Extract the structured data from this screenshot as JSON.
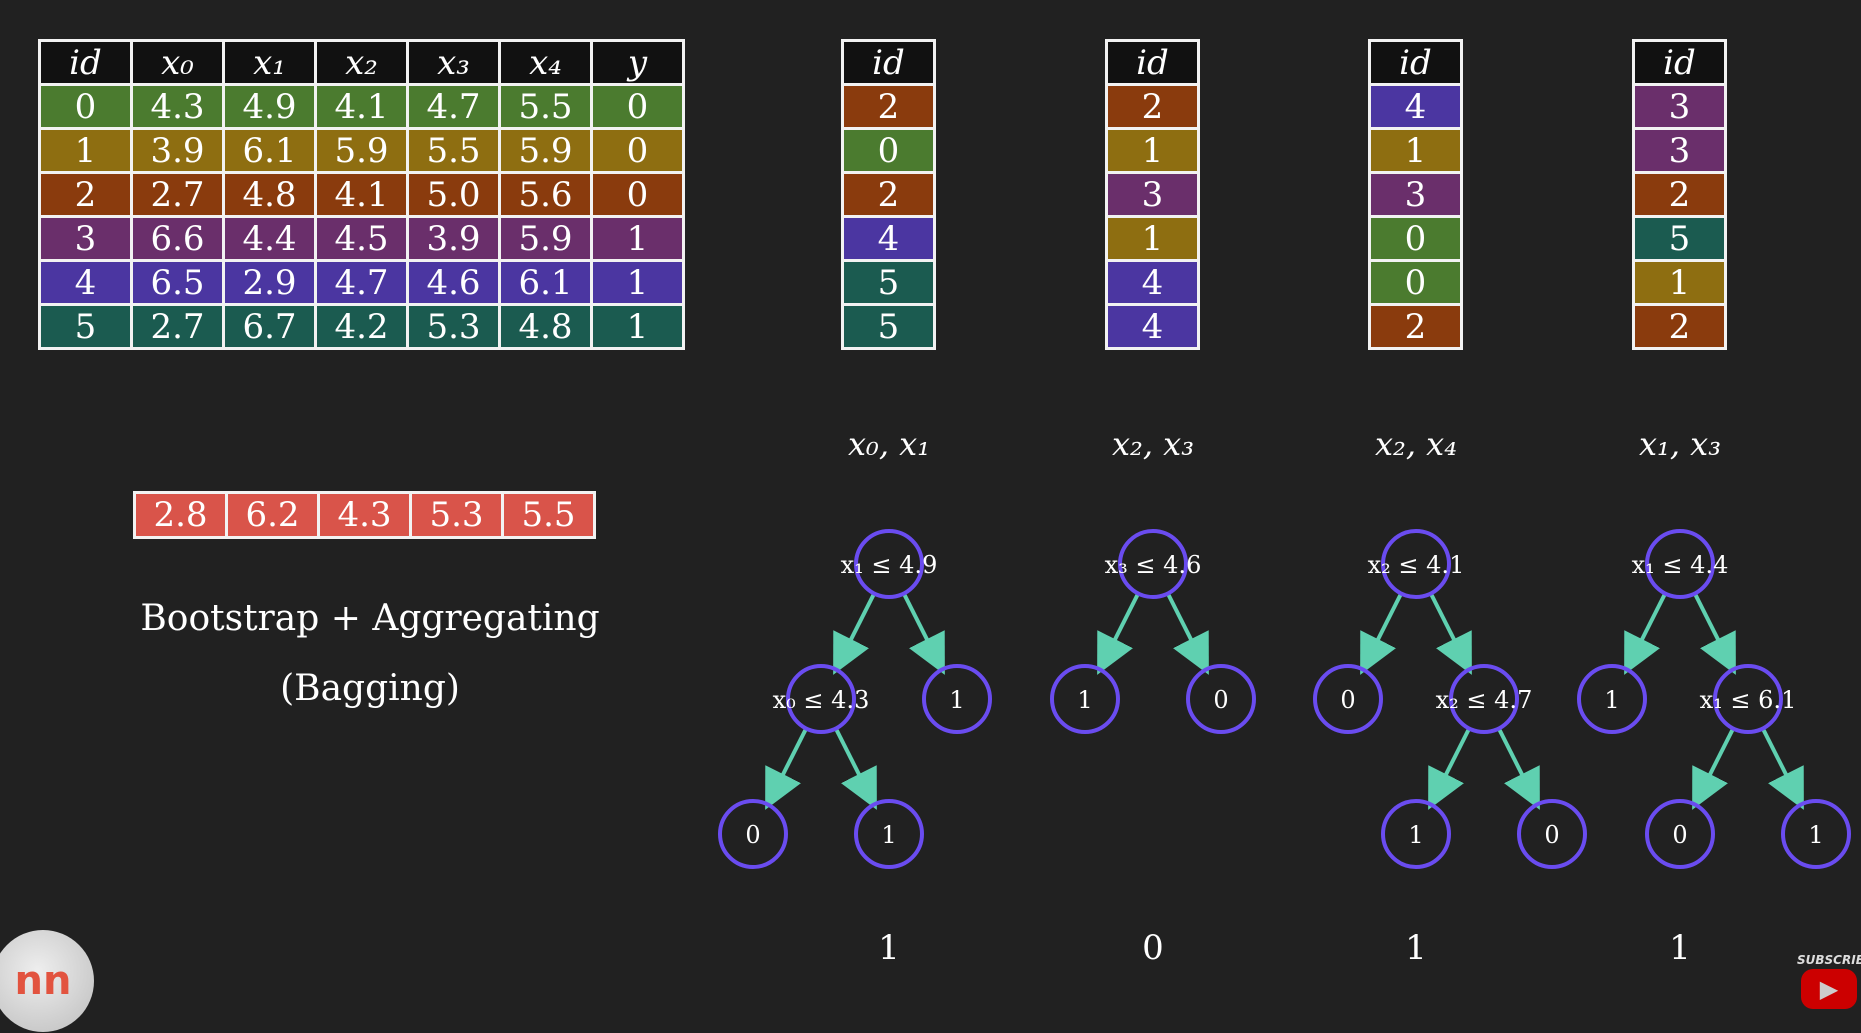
{
  "colors": {
    "0": "#4b7b2f",
    "1": "#8e6e11",
    "2": "#8a3b0d",
    "3": "#6a2f6b",
    "4": "#4b36a1",
    "5": "#1b5b50",
    "node": "#6a4cf0",
    "edge": "#5fd0b0"
  },
  "dataset": {
    "headers": [
      "id",
      "x₀",
      "x₁",
      "x₂",
      "x₃",
      "x₄",
      "y"
    ],
    "rows": [
      [
        "0",
        "4.3",
        "4.9",
        "4.1",
        "4.7",
        "5.5",
        "0"
      ],
      [
        "1",
        "3.9",
        "6.1",
        "5.9",
        "5.5",
        "5.9",
        "0"
      ],
      [
        "2",
        "2.7",
        "4.8",
        "4.1",
        "5.0",
        "5.6",
        "0"
      ],
      [
        "3",
        "6.6",
        "4.4",
        "4.5",
        "3.9",
        "5.9",
        "1"
      ],
      [
        "4",
        "6.5",
        "2.9",
        "4.7",
        "4.6",
        "6.1",
        "1"
      ],
      [
        "5",
        "2.7",
        "6.7",
        "4.2",
        "5.3",
        "4.8",
        "1"
      ]
    ]
  },
  "bootstraps": [
    {
      "header": "id",
      "ids": [
        "2",
        "0",
        "2",
        "4",
        "5",
        "5"
      ],
      "features": "x₀, x₁",
      "prediction": "1",
      "tree": {
        "label": "x₁ ≤ 4.9",
        "children": [
          {
            "label": "x₀ ≤ 4.3",
            "children": [
              {
                "label": "0"
              },
              {
                "label": "1"
              }
            ]
          },
          {
            "label": "1"
          }
        ]
      }
    },
    {
      "header": "id",
      "ids": [
        "2",
        "1",
        "3",
        "1",
        "4",
        "4"
      ],
      "features": "x₂, x₃",
      "prediction": "0",
      "tree": {
        "label": "x₃ ≤ 4.6",
        "children": [
          {
            "label": "1"
          },
          {
            "label": "0"
          }
        ]
      }
    },
    {
      "header": "id",
      "ids": [
        "4",
        "1",
        "3",
        "0",
        "0",
        "2"
      ],
      "features": "x₂, x₄",
      "prediction": "1",
      "tree": {
        "label": "x₂ ≤ 4.1",
        "children": [
          {
            "label": "0"
          },
          {
            "label": "x₂ ≤ 4.7",
            "children": [
              {
                "label": "1"
              },
              {
                "label": "0"
              }
            ]
          }
        ]
      }
    },
    {
      "header": "id",
      "ids": [
        "3",
        "3",
        "2",
        "5",
        "1",
        "2"
      ],
      "features": "x₁, x₃",
      "prediction": "1",
      "tree": {
        "label": "x₁ ≤ 4.4",
        "children": [
          {
            "label": "1"
          },
          {
            "label": "x₁ ≤ 6.1",
            "children": [
              {
                "label": "0"
              },
              {
                "label": "1"
              }
            ]
          }
        ]
      }
    }
  ],
  "sample": [
    "2.8",
    "6.2",
    "4.3",
    "5.3",
    "5.5"
  ],
  "caption": {
    "line1": "Bootstrap + Aggregating",
    "line2": "(Bagging)"
  },
  "logo": "nn",
  "subscribe": {
    "label": "SUBSCRIBE",
    "icon": "play-icon"
  }
}
